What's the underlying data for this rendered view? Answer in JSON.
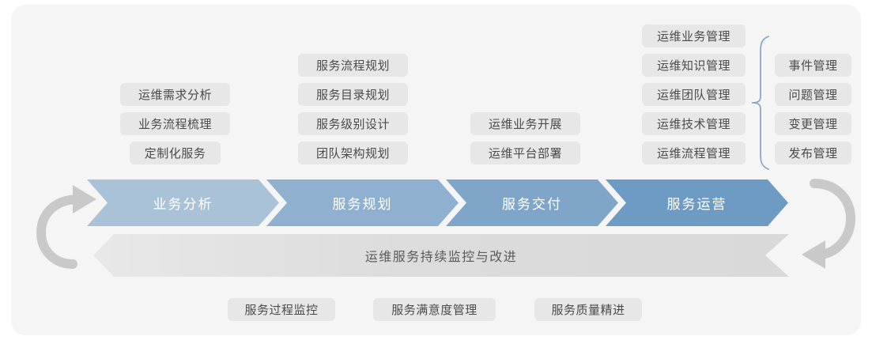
{
  "diagram": {
    "title_note": "IT operations service lifecycle",
    "colors": {
      "card_bg": "#f5f5f5",
      "pill_bg": "#e7e7e7",
      "pill_text": "#4a4a4a",
      "banner_bg": "#dcdcdc",
      "loop_arrow": "#c9c9c9",
      "brace": "#8aa9c6",
      "stage1": "#a9c2d8",
      "stage2": "#8fb0cf",
      "stage3": "#7fa6c9",
      "stage4": "#6e9bc4"
    }
  },
  "stages": [
    {
      "label": "业务分析",
      "color": "#a9c2d8"
    },
    {
      "label": "服务规划",
      "color": "#8fb0cf"
    },
    {
      "label": "服务交付",
      "color": "#7fa6c9"
    },
    {
      "label": "服务运营",
      "color": "#6e9bc4"
    }
  ],
  "columns": [
    {
      "stage": "业务分析",
      "items": [
        "运维需求分析",
        "业务流程梳理",
        "定制化服务"
      ]
    },
    {
      "stage": "服务规划",
      "items": [
        "服务流程规划",
        "服务目录规划",
        "服务级别设计",
        "团队架构规划"
      ]
    },
    {
      "stage": "服务交付",
      "items": [
        "运维业务开展",
        "运维平台部署"
      ]
    },
    {
      "stage": "服务运营",
      "items": [
        "运维业务管理",
        "运维知识管理",
        "运维团队管理",
        "运维技术管理",
        "运维流程管理"
      ]
    }
  ],
  "process_detail": {
    "items": [
      "事件管理",
      "问题管理",
      "变更管理",
      "发布管理"
    ]
  },
  "banner": {
    "label": "运维服务持续监控与改进"
  },
  "footer_items": [
    "服务过程监控",
    "服务满意度管理",
    "服务质量精进"
  ],
  "loops": {
    "left_name": "continuous-improvement-loop-left",
    "right_name": "continuous-improvement-loop-right"
  }
}
